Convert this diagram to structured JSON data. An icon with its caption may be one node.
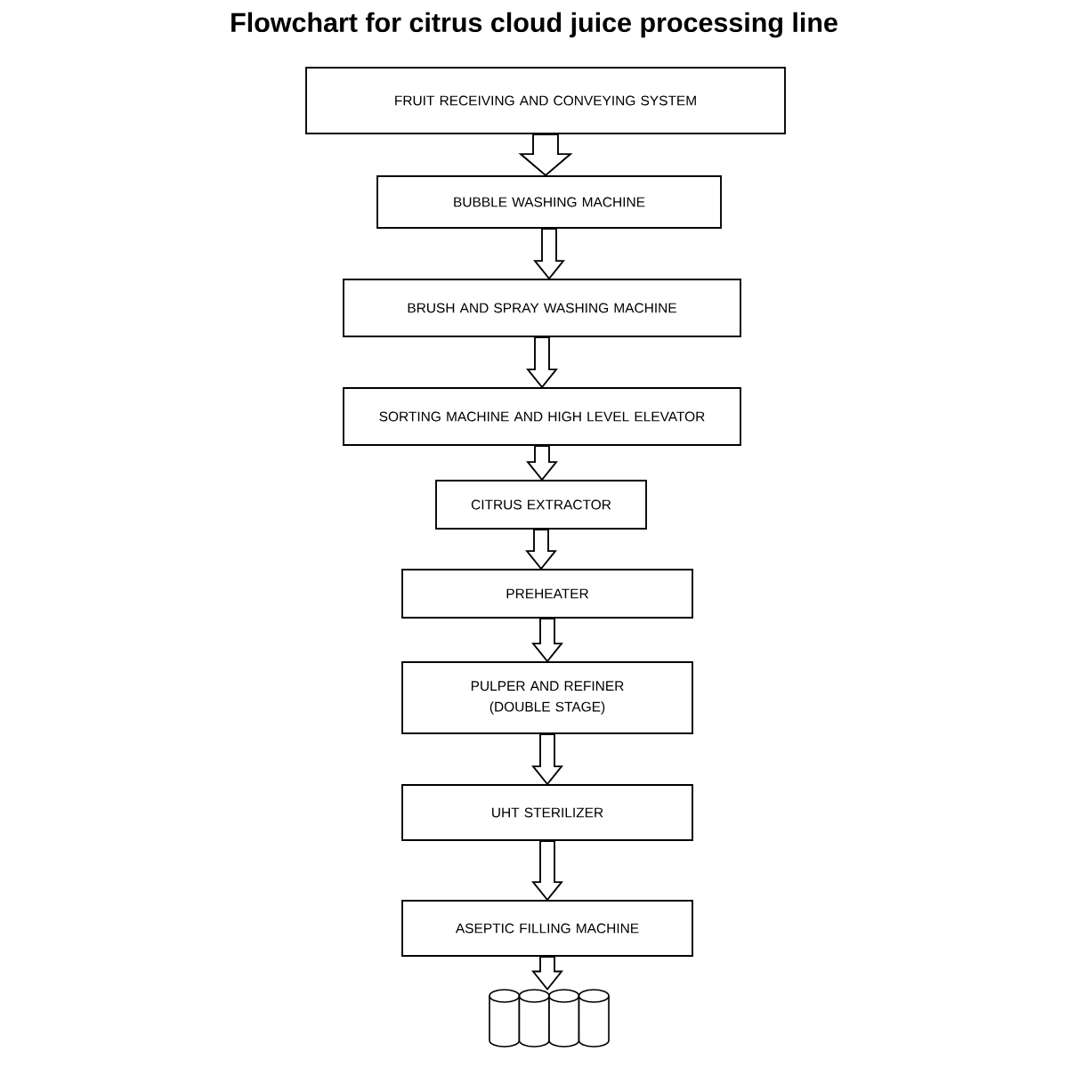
{
  "diagram": {
    "title": "Flowchart for citrus cloud juice processing line",
    "nodes": [
      {
        "text": [
          "FRUIT RECEIVING AND CONVEYING SYSTEM"
        ]
      },
      {
        "text": [
          "BUBBLE WASHING MACHINE"
        ]
      },
      {
        "text": [
          "BRUSH AND SPRAY WASHING MACHINE"
        ]
      },
      {
        "text": [
          "SORTING MACHINE AND HIGH LEVEL ELEVATOR"
        ]
      },
      {
        "text": [
          "CITRUS EXTRACTOR"
        ]
      },
      {
        "text": [
          "PREHEATER"
        ]
      },
      {
        "text": [
          "PULPER AND REFINER (DOUBLE STAGE)"
        ]
      },
      {
        "text": [
          "UHT STERILIZER"
        ]
      },
      {
        "text": [
          "ASEPTIC FILLING MACHINE"
        ]
      },
      {
        "text": [],
        "shape": "cylinder"
      }
    ],
    "edges": [
      {
        "from": 0,
        "to": 1,
        "arrow": "to"
      },
      {
        "from": 1,
        "to": 2,
        "arrow": "to"
      },
      {
        "from": 2,
        "to": 3,
        "arrow": "to"
      },
      {
        "from": 3,
        "to": 4,
        "arrow": "to"
      },
      {
        "from": 4,
        "to": 5,
        "arrow": "to"
      },
      {
        "from": 5,
        "to": 6,
        "arrow": "to"
      },
      {
        "from": 6,
        "to": 7,
        "arrow": "to"
      },
      {
        "from": 7,
        "to": 8,
        "arrow": "to"
      },
      {
        "from": 8,
        "to": 9,
        "arrow": "to"
      }
    ]
  }
}
